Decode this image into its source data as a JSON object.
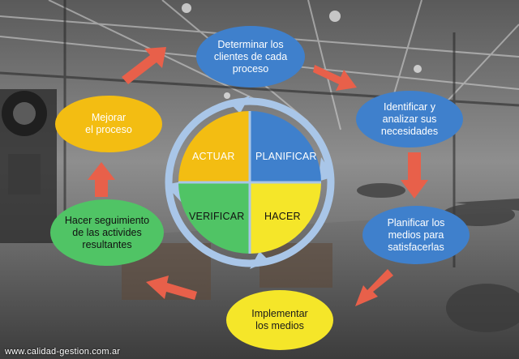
{
  "cycle": {
    "quadrants": {
      "actuar": "ACTUAR",
      "planificar": "PLANIFICAR",
      "verificar": "VERIFICAR",
      "hacer": "HACER"
    }
  },
  "steps": {
    "determinar": "Determinar  los\nclientes de cada\nproceso",
    "identificar": "Identificar y\nanalizar  sus\nnecesidades",
    "planificar_medios": "Planificar los\nmedios para\nsatisfacerlas",
    "implementar": "Implementar\nlos  medios",
    "seguimiento": "Hacer seguimiento\nde las activides\nresultantes",
    "mejorar": "Mejorar\nel proceso"
  },
  "footer": {
    "credit": "www.calidad-gestion.com.ar"
  },
  "colors": {
    "blue": "#3f80cc",
    "yellow": "#f5e629",
    "orange": "#f3bd12",
    "green": "#50c465",
    "arrow": "#e8604a",
    "ring": "#a9c6e8"
  }
}
